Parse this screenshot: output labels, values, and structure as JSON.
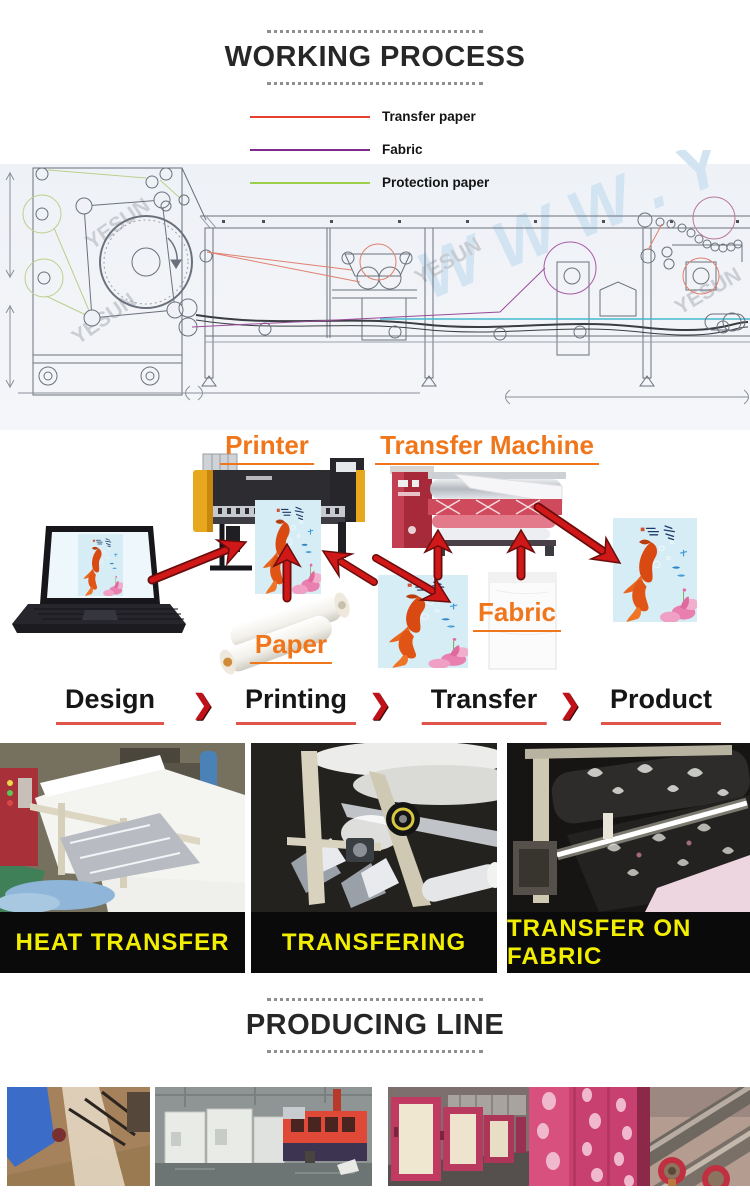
{
  "header": {
    "title": "WORKING PROCESS"
  },
  "legend": {
    "items": [
      {
        "label": "Transfer paper",
        "color": "#e8402f"
      },
      {
        "label": "Fabric",
        "color": "#7d2b8b"
      },
      {
        "label": "Protection paper",
        "color": "#9bd14a"
      }
    ]
  },
  "diagram": {
    "watermark": "YESUN",
    "watermark_big": "W W W . Y"
  },
  "flow": {
    "labels": {
      "printer": "Printer",
      "transfer_machine": "Transfer Machine",
      "paper": "Paper",
      "fabric": "Fabric"
    },
    "label_color": "#f0761c",
    "arrow_color": "#d01818"
  },
  "steps": {
    "separator": "❯",
    "underline_color": "#e0544c",
    "items": [
      {
        "label": "Design"
      },
      {
        "label": "Printing"
      },
      {
        "label": "Transfer"
      },
      {
        "label": "Product"
      }
    ]
  },
  "process_photos": [
    {
      "caption": "HEAT TRANSFER"
    },
    {
      "caption": "TRANSFERING"
    },
    {
      "caption": "TRANSFER ON FABRIC"
    }
  ],
  "producing": {
    "title": "PRODUCING LINE"
  },
  "caption_style": {
    "text_color": "#f2ee00",
    "bar_color": "#0a0a0a"
  }
}
